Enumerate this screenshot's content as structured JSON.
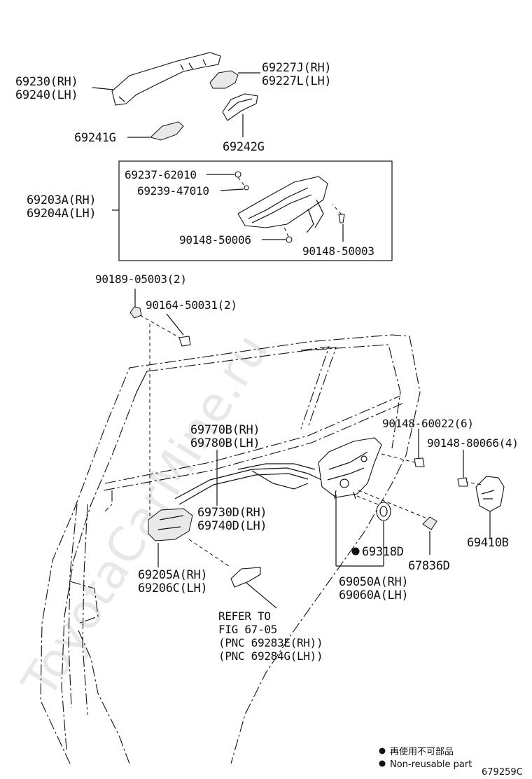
{
  "watermark": "ToyotaCarMine.ru",
  "parts": [
    {
      "id": "p1",
      "lines": [
        "69230(RH)",
        "69240(LH)"
      ]
    },
    {
      "id": "p2",
      "lines": [
        "69227J(RH)",
        "69227L(LH)"
      ]
    },
    {
      "id": "p3",
      "lines": [
        "69241G"
      ]
    },
    {
      "id": "p4",
      "lines": [
        "69242G"
      ]
    },
    {
      "id": "p5",
      "lines": [
        "69237-62010"
      ]
    },
    {
      "id": "p6",
      "lines": [
        "69239-47010"
      ]
    },
    {
      "id": "p7",
      "lines": [
        "69203A(RH)",
        "69204A(LH)"
      ]
    },
    {
      "id": "p8",
      "lines": [
        "90148-50006"
      ]
    },
    {
      "id": "p9",
      "lines": [
        "90148-50003"
      ]
    },
    {
      "id": "p10",
      "lines": [
        "90189-05003(2)"
      ]
    },
    {
      "id": "p11",
      "lines": [
        "90164-50031(2)"
      ]
    },
    {
      "id": "p12",
      "lines": [
        "69770B(RH)",
        "69780B(LH)"
      ]
    },
    {
      "id": "p13",
      "lines": [
        "90148-60022(6)"
      ]
    },
    {
      "id": "p14",
      "lines": [
        "90148-80066(4)"
      ]
    },
    {
      "id": "p15",
      "lines": [
        "69730D(RH)",
        "69740D(LH)"
      ]
    },
    {
      "id": "p16",
      "lines": [
        "69318D"
      ]
    },
    {
      "id": "p17",
      "lines": [
        "67836D"
      ]
    },
    {
      "id": "p18",
      "lines": [
        "69410B"
      ]
    },
    {
      "id": "p19",
      "lines": [
        "69205A(RH)",
        "69206C(LH)"
      ]
    },
    {
      "id": "p20",
      "lines": [
        "69050A(RH)",
        "69060A(LH)"
      ]
    },
    {
      "id": "p21",
      "lines": [
        "REFER TO",
        "FIG 67-05",
        "(PNC 69283E(RH))",
        "(PNC 69284G(LH))"
      ]
    }
  ],
  "legend": {
    "chinese": "再使用不可部品",
    "english": "Non-reusable part"
  },
  "figure_code": "679259C"
}
